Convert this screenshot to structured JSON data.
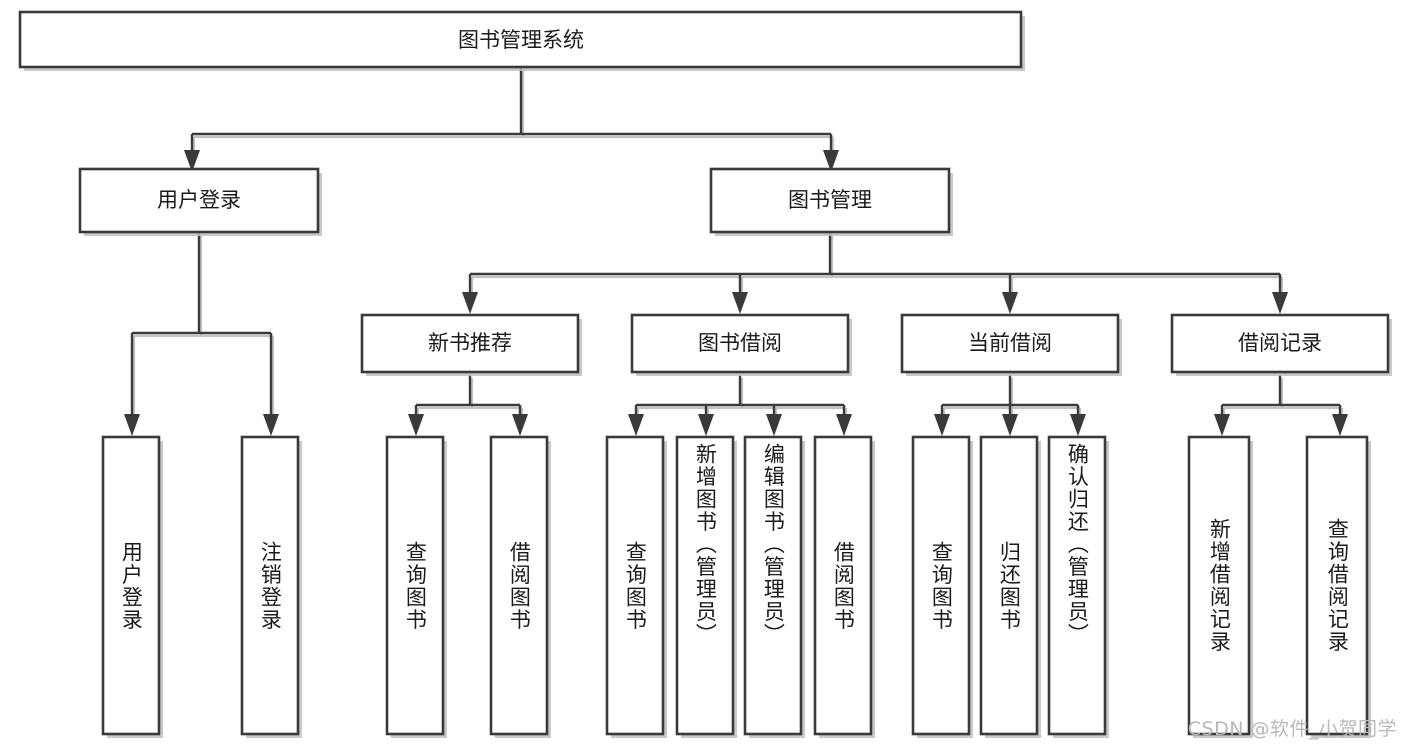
{
  "diagram": {
    "type": "tree-hierarchy",
    "title": "图书管理系统",
    "watermark": "CSDN @软件_小贺同学",
    "colors": {
      "box_fill": "#ffffff",
      "box_stroke": "#3a3a3a",
      "connector": "#3a3a3a",
      "shadow": "#bfbfbf",
      "text": "#1b1b1b",
      "watermark": "#b9b9b9",
      "background": "#ffffff"
    },
    "root": {
      "label": "图书管理系统",
      "level": 0
    },
    "level1": [
      {
        "label": "用户登录"
      },
      {
        "label": "图书管理"
      }
    ],
    "level2": [
      {
        "label": "新书推荐",
        "parent": "图书管理"
      },
      {
        "label": "图书借阅",
        "parent": "图书管理"
      },
      {
        "label": "当前借阅",
        "parent": "图书管理"
      },
      {
        "label": "借阅记录",
        "parent": "图书管理"
      }
    ],
    "leaves": {
      "用户登录": [
        {
          "label": "用户登录"
        },
        {
          "label": "注销登录"
        }
      ],
      "新书推荐": [
        {
          "label": "查询图书"
        },
        {
          "label": "借阅图书"
        }
      ],
      "图书借阅": [
        {
          "label": "查询图书"
        },
        {
          "label": "新增图书（管理员）"
        },
        {
          "label": "编辑图书（管理员）"
        },
        {
          "label": "借阅图书"
        }
      ],
      "当前借阅": [
        {
          "label": "查询图书"
        },
        {
          "label": "归还图书"
        },
        {
          "label": "确认归还（管理员）"
        }
      ],
      "借阅记录": [
        {
          "label": "新增借阅记录"
        },
        {
          "label": "查询借阅记录"
        }
      ]
    }
  }
}
